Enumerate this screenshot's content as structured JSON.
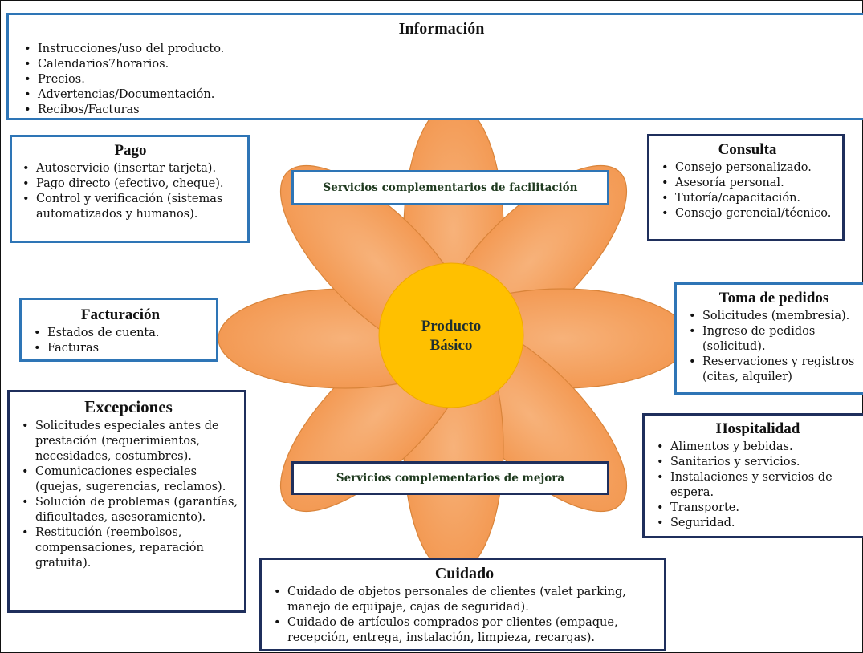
{
  "center": {
    "line1": "Producto",
    "line2": "Básico"
  },
  "bands": {
    "facilitation": "Servicios complementarios de facilitación",
    "enhancement": "Servicios complementarios de mejora"
  },
  "boxes": {
    "informacion": {
      "title": "Información",
      "items": [
        "Instrucciones/uso del producto.",
        "Calendarios7horarios.",
        "Precios.",
        "Advertencias/Documentación.",
        "Recibos/Facturas"
      ]
    },
    "pago": {
      "title": "Pago",
      "items": [
        "Autoservicio (insertar tarjeta).",
        "Pago directo (efectivo, cheque).",
        "Control y verificación (sistemas automatizados y humanos)."
      ]
    },
    "consulta": {
      "title": "Consulta",
      "items": [
        "Consejo personalizado.",
        "Asesoría personal.",
        "Tutoría/capacitación.",
        "Consejo gerencial/técnico."
      ]
    },
    "facturacion": {
      "title": "Facturación",
      "items": [
        "Estados de cuenta.",
        "Facturas"
      ]
    },
    "toma": {
      "title": "Toma de pedidos",
      "items": [
        "Solicitudes (membresía).",
        "Ingreso de pedidos (solicitud).",
        "Reservaciones y registros (citas, alquiler)"
      ]
    },
    "excepciones": {
      "title": "Excepciones",
      "items": [
        "Solicitudes especiales antes de prestación (requerimientos, necesidades, costumbres).",
        "Comunicaciones especiales (quejas, sugerencias, reclamos).",
        "Solución de problemas (garantías, dificultades, asesoramiento).",
        "Restitución (reembolsos, compensaciones, reparación gratuita)."
      ]
    },
    "hospitalidad": {
      "title": "Hospitalidad",
      "items": [
        "Alimentos y bebidas.",
        "Sanitarios y servicios.",
        "Instalaciones y servicios de espera.",
        "Transporte.",
        "Seguridad."
      ]
    },
    "cuidado": {
      "title": "Cuidado",
      "items": [
        "Cuidado de objetos personales de clientes (valet parking, manejo de equipaje, cajas de seguridad).",
        "Cuidado de artículos comprados por clientes (empaque, recepción, entrega, instalación, limpieza, recargas)."
      ]
    }
  },
  "colors": {
    "petal": "#f4a460",
    "petal_stroke": "#d9843a",
    "core": "#ffc000",
    "blue_border": "#2e75b6",
    "navy_border": "#1f2f5c"
  }
}
